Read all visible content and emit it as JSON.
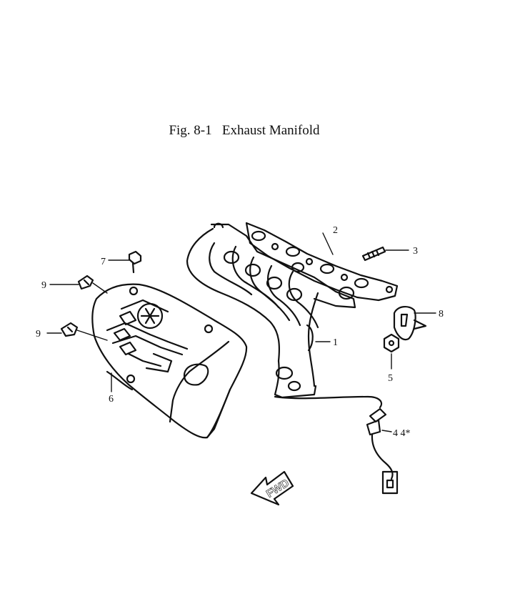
{
  "figure": {
    "title": "Fig. 8-1   Exhaust Manifold"
  },
  "callouts": {
    "c1": "1",
    "c2": "2",
    "c3": "3",
    "c4": "4 4*",
    "c5": "5",
    "c6": "6",
    "c7": "7",
    "c8": "8",
    "c9a": "9",
    "c9b": "9"
  },
  "direction_arrow": {
    "label": "FWD"
  }
}
